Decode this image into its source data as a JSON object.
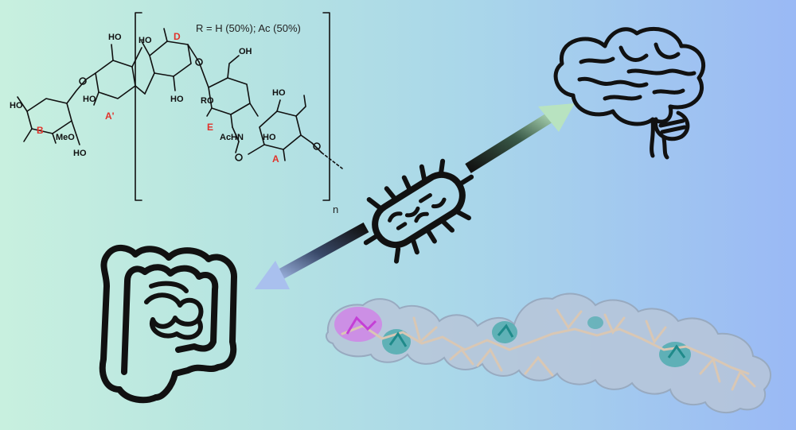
{
  "structure": {
    "r_group_note": "R = H (50%); Ac (50%)",
    "repeat_subscript": "n",
    "ring_labels": {
      "D": "D",
      "A_prime": "A'",
      "B": "B",
      "E": "E",
      "A": "A"
    },
    "atoms": {
      "oh": "HO",
      "oh_right": "OH",
      "ome": "MeO",
      "ro": "RO",
      "achn": "AcHN"
    }
  },
  "colors": {
    "ring_label": "#e0332b",
    "arrow_brain_tip": "#b8e3c0",
    "arrow_gut_tip": "#a9c0ee",
    "surface": "#b7c6d8",
    "highlight_magenta": "#d37be8",
    "highlight_teal": "#3aa6a6"
  },
  "icons": [
    "brain-icon",
    "bacterium-icon",
    "intestine-icon",
    "molecular-surface-model"
  ]
}
